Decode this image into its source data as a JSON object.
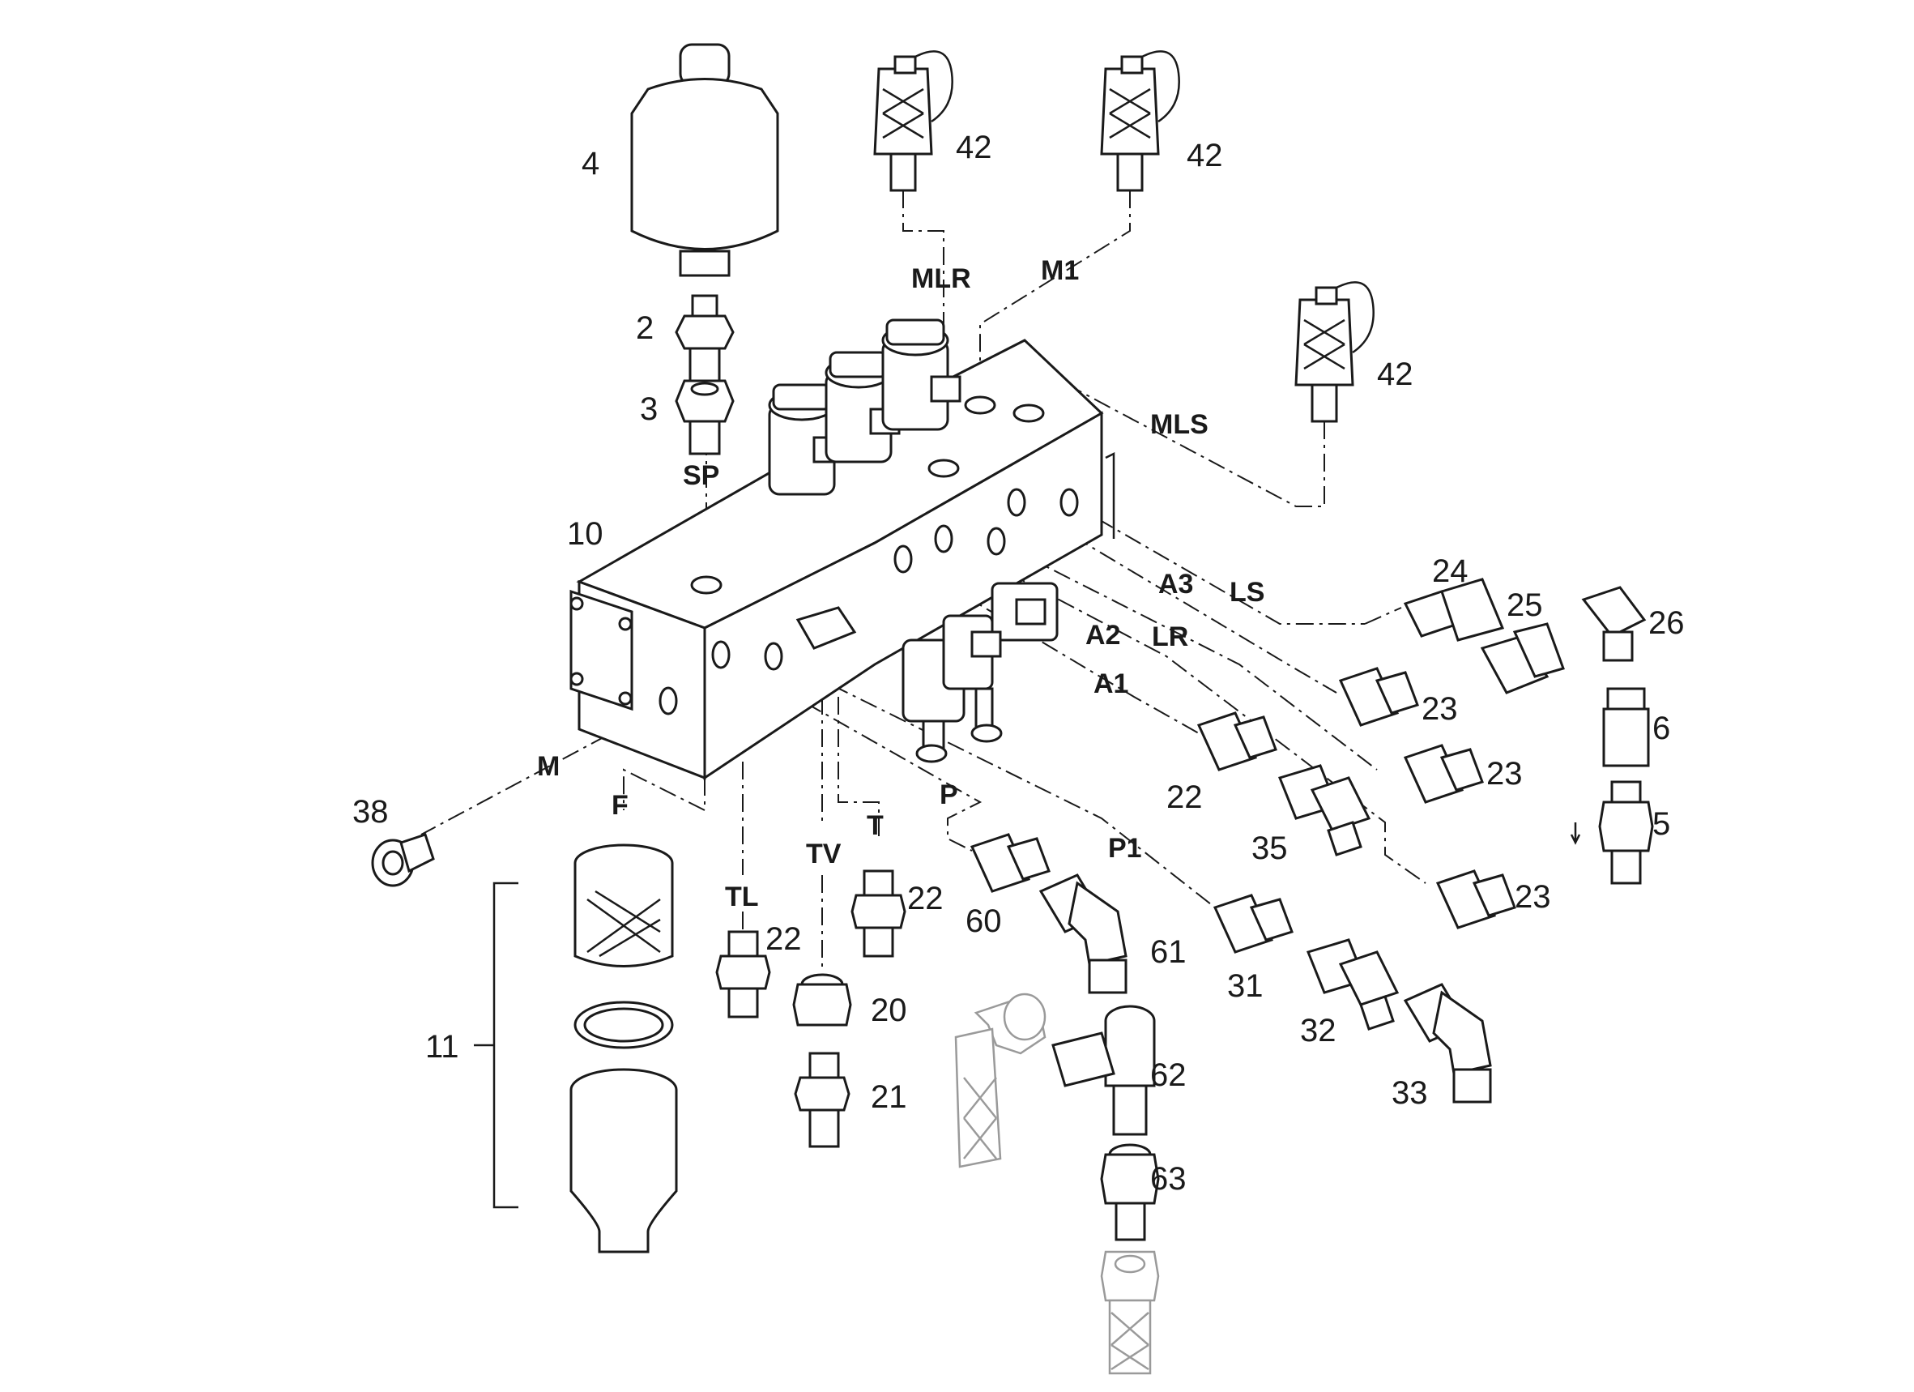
{
  "diagram": {
    "part_numbers": {
      "p4": "4",
      "p2": "2",
      "p3": "3",
      "p10": "10",
      "p11": "11",
      "p42a": "42",
      "p42b": "42",
      "p42c": "42",
      "p24": "24",
      "p25": "25",
      "p26": "26",
      "p6": "6",
      "p5": "5",
      "p23a": "23",
      "p23b": "23",
      "p23c": "23",
      "p22a": "22",
      "p22b": "22",
      "p22c": "22",
      "p35": "35",
      "p38": "38",
      "p20": "20",
      "p21": "21",
      "p60": "60",
      "p61": "61",
      "p62": "62",
      "p63": "63",
      "p31": "31",
      "p32": "32",
      "p33": "33"
    },
    "port_labels": {
      "mlr": "MLR",
      "m1": "M1",
      "mls": "MLS",
      "sp": "SP",
      "a3": "A3",
      "ls": "LS",
      "a2": "A2",
      "lr": "LR",
      "a1": "A1",
      "m": "M",
      "f": "F",
      "p": "P",
      "p1": "P1",
      "tv": "TV",
      "t": "T",
      "tl": "TL"
    }
  }
}
